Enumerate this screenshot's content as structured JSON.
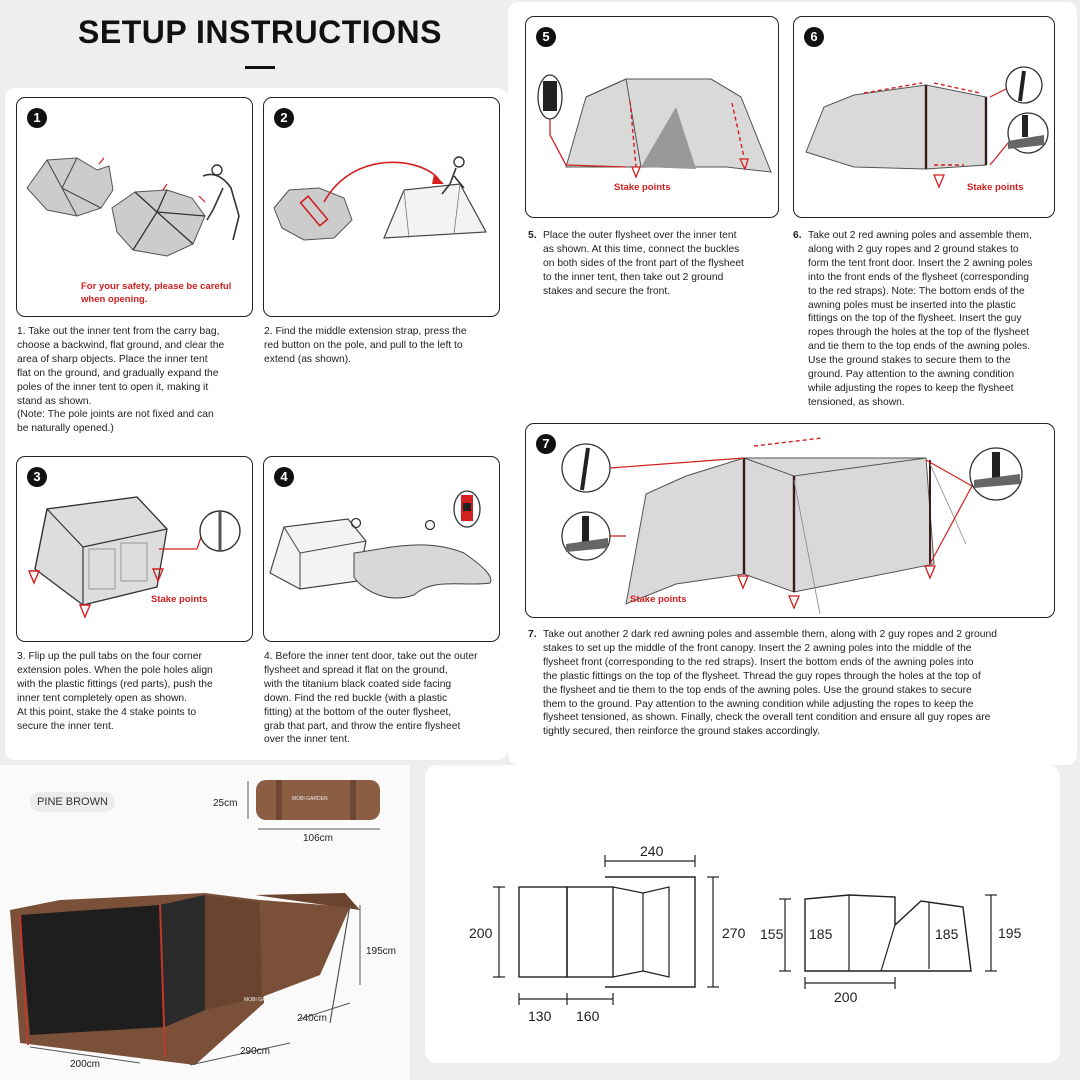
{
  "title": "SETUP INSTRUCTIONS",
  "steps": [
    {
      "n": "1",
      "text": "1. Take out the inner tent from the carry bag,\nchoose a backwind, flat ground, and clear the\narea of sharp objects. Place the inner tent\nflat on the ground, and gradually expand the\npoles of the inner tent to open it, making it\nstand as shown.\n(Note: The pole joints are not fixed and can\nbe naturally opened.)",
      "warning": "For your safety, please be careful\nwhen opening."
    },
    {
      "n": "2",
      "text": "2. Find the middle extension strap, press the\nred button on the pole, and pull to the left to\nextend (as shown)."
    },
    {
      "n": "3",
      "text": "3. Flip up the pull tabs on the four corner\nextension poles. When the pole holes align\nwith the plastic fittings (red parts), push the\ninner tent completely open as shown.\nAt this point, stake the 4 stake points to\nsecure the inner tent.",
      "stake": "Stake points"
    },
    {
      "n": "4",
      "text": "4. Before the inner tent door, take out the outer\nflysheet and spread it flat on the ground,\nwith the titanium black coated side facing\ndown. Find the red buckle (with a plastic\nfitting) at the bottom of the outer flysheet,\ngrab that part, and throw the entire flysheet\nover the inner tent."
    },
    {
      "n": "5",
      "text": "Place the outer flysheet over the inner tent\nas shown. At this time, connect the buckles\non both sides of the front part of the flysheet\nto the inner tent, then take out 2 ground\nstakes and secure the front.",
      "prefix": "5.",
      "stake": "Stake points"
    },
    {
      "n": "6",
      "text": "Take out 2 red awning poles and assemble them,\nalong with 2 guy ropes and 2 ground stakes to\nform the tent front door. Insert the 2 awning poles\ninto the front ends of the flysheet (corresponding\nto the red straps). Note: The bottom ends of the\nawning poles must be inserted into the plastic\nfittings on the top of the flysheet. Insert the guy\nropes through the holes at the top of the flysheet\nand tie them to the top ends of the awning poles.\nUse the ground stakes to secure them to the\nground. Pay attention to the awning condition\nwhile adjusting the ropes to keep the flysheet\ntensioned, as shown.",
      "prefix": "6.",
      "stake": "Stake points"
    },
    {
      "n": "7",
      "text": "Take out another 2 dark red awning poles and assemble them, along with 2 guy ropes and 2 ground\nstakes to set up the middle of the front canopy. Insert the 2 awning poles into the middle of the\nflysheet front (corresponding to the red straps). Insert the bottom ends of the awning poles into\nthe plastic fittings on the top of the flysheet. Thread the guy ropes through the holes at the top of\nthe flysheet and tie them to the top ends of the awning poles. Use the ground stakes to secure\nthem to the ground. Pay attention to the awning condition while adjusting the ropes to keep the\nflysheet tensioned, as shown. Finally, check the overall tent condition and ensure all guy ropes are\ntightly secured, then reinforce the ground stakes accordingly.",
      "prefix": "7.",
      "stake": "Stake points"
    }
  ],
  "product": {
    "color_badge": "PINE BROWN",
    "bag_height": "25cm",
    "bag_length": "106cm",
    "bag_brand": "MOBI GARDEN",
    "tent_height": "195cm",
    "tent_depth": "240cm",
    "tent_length": "290cm",
    "tent_width": "200cm",
    "tent_brand": "MOBI GARDEN"
  },
  "diagram": {
    "top_width": "240",
    "left_height": "200",
    "right_height": "270",
    "bottom_a": "130",
    "bottom_b": "160",
    "side_left_outer": "155",
    "side_left_inner": "185",
    "side_right_inner": "185",
    "side_right_outer": "195",
    "side_bottom": "200"
  },
  "colors": {
    "accent_red": "#d21f1f",
    "tent_brown": "#7a5038",
    "badge_bg": "#ececec"
  }
}
